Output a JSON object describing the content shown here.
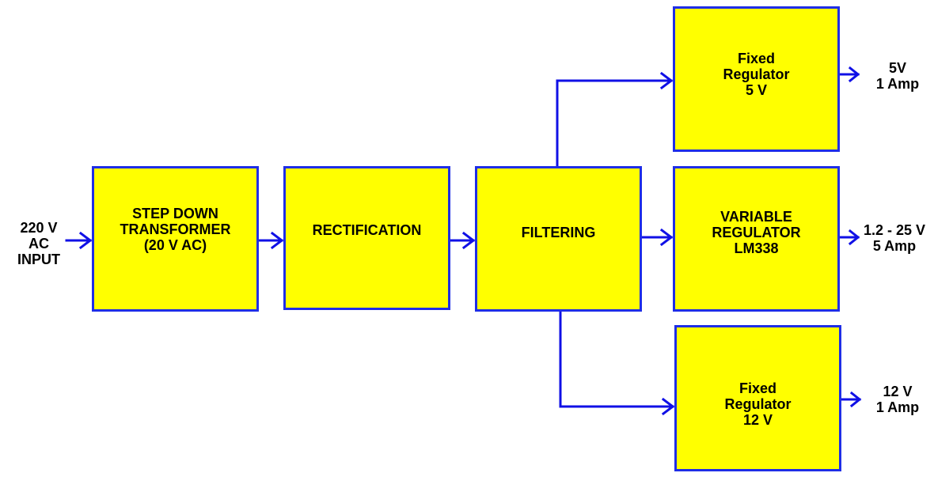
{
  "colors": {
    "block_fill": "#ffff00",
    "block_border": "#1f2ee6",
    "wire": "#1010e6",
    "text": "#000000"
  },
  "input": {
    "label": "220 V\nAC\nINPUT"
  },
  "blocks": {
    "transformer": "STEP DOWN\nTRANSFORMER\n(20 V AC)",
    "rectification": "RECTIFICATION",
    "filtering": "FILTERING",
    "fixed_5v": "Fixed\nRegulator\n5 V",
    "variable": "VARIABLE\nREGULATOR\nLM338",
    "fixed_12v": "Fixed\nRegulator\n12 V"
  },
  "outputs": {
    "out_5v": "5V\n1 Amp",
    "out_variable": "1.2 - 25 V\n5 Amp",
    "out_12v": "12 V\n1 Amp"
  }
}
